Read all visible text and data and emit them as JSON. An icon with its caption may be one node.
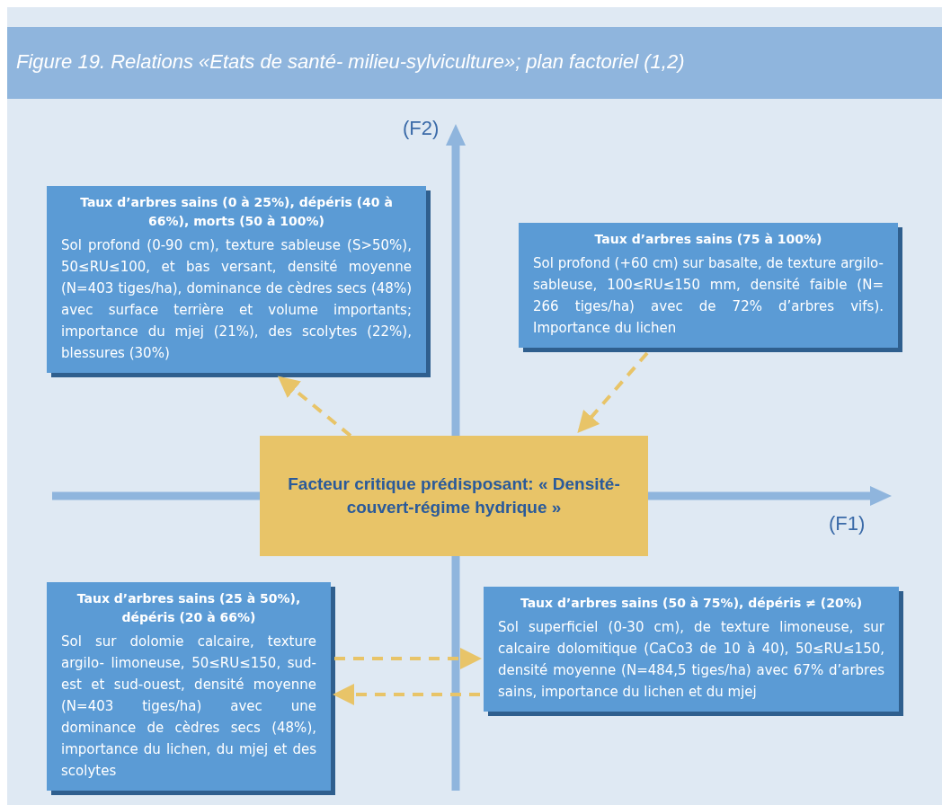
{
  "diagram": {
    "title": "Figure 19. Relations «Etats de santé- milieu-sylviculture»; plan factoriel (1,2)",
    "nodes": [
      {
        "text": [
          "Taux d’arbres sains (0 à 25%), dépéris (40 à 66%), morts (50 à 100%)",
          "Sol profond (0-90 cm), texture sableuse (S>50%), 50≤RU≤100, et bas versant, densité moyenne (N=403 tiges/ha), dominance de cèdres secs (48%) avec surface terrière et volume importants; importance du mjej (21%), des scolytes (22%), blessures (30%)"
        ]
      },
      {
        "text": [
          "Taux d’arbres sains (75 à 100%)",
          "Sol profond (+60 cm) sur basalte, de texture argilo-sableuse, 100≤RU≤150 mm, densité faible (N= 266 tiges/ha) avec de 72% d’arbres vifs). Importance du lichen"
        ]
      },
      {
        "text": [
          "Facteur critique prédisposant: « Densité-couvert-régime hydrique »"
        ]
      },
      {
        "text": [
          "Taux d’arbres sains (25 à 50%), dépéris (20 à 66%)",
          "Sol sur dolomie calcaire, texture argilo- limoneuse, 50≤RU≤150, sud-est et sud-ouest, densité moyenne (N=403 tiges/ha) avec une dominance de cèdres secs (48%), importance du lichen, du mjej et des scolytes"
        ]
      },
      {
        "text": [
          "Taux d’arbres sains (50 à 75%), dépéris ≠ (20%)",
          "Sol superficiel (0-30 cm), de texture limoneuse, sur calcaire dolomitique (CaCo3 de 10 à 40), 50≤RU≤150, densité moyenne (N=484,5 tiges/ha) avec 67% d’arbres sains, importance du lichen et du mjej"
        ]
      }
    ],
    "edges": [
      {
        "from": 2,
        "to": 0,
        "arrow": "to",
        "style": "dashed"
      },
      {
        "from": 1,
        "to": 2,
        "arrow": "to",
        "style": "dashed"
      },
      {
        "from": 3,
        "to": 4,
        "arrow": "to",
        "style": "dashed"
      },
      {
        "from": 4,
        "to": 3,
        "arrow": "to",
        "style": "dashed"
      }
    ],
    "labels": [
      "(F2)",
      "(F1)"
    ]
  }
}
